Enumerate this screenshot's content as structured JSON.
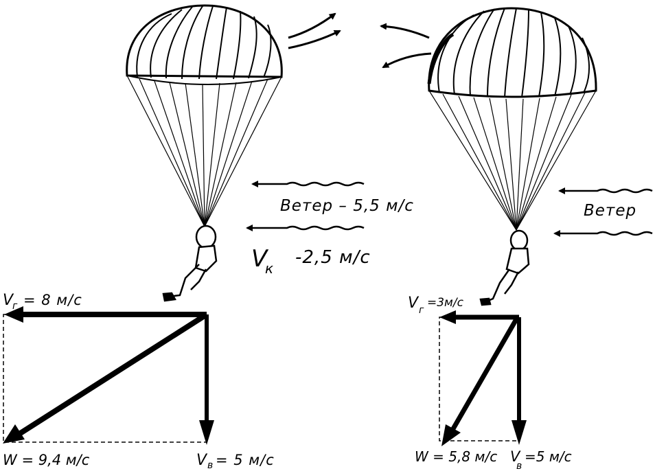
{
  "left": {
    "wind_label": "Ветер – 5,5 м/с",
    "vk_symbol": "V",
    "vk_sub": "к",
    "vk_value": "-2,5 м/с",
    "vg_symbol": "V",
    "vg_sub": "г",
    "vg_value": "= 8 м/с",
    "w_label": "W = 9,4 м/с",
    "vv_symbol": "V",
    "vv_sub": "в",
    "vv_value": "= 5 м/с"
  },
  "right": {
    "wind_label": "Ветер",
    "vg_symbol": "V",
    "vg_sub": "г",
    "vg_value": "=3м/с",
    "w_label": "W = 5,8 м/с",
    "vv_symbol": "V",
    "vv_sub": "в",
    "vv_value": "=5 м/с"
  },
  "colors": {
    "ink": "#000000",
    "paper": "#ffffff"
  }
}
